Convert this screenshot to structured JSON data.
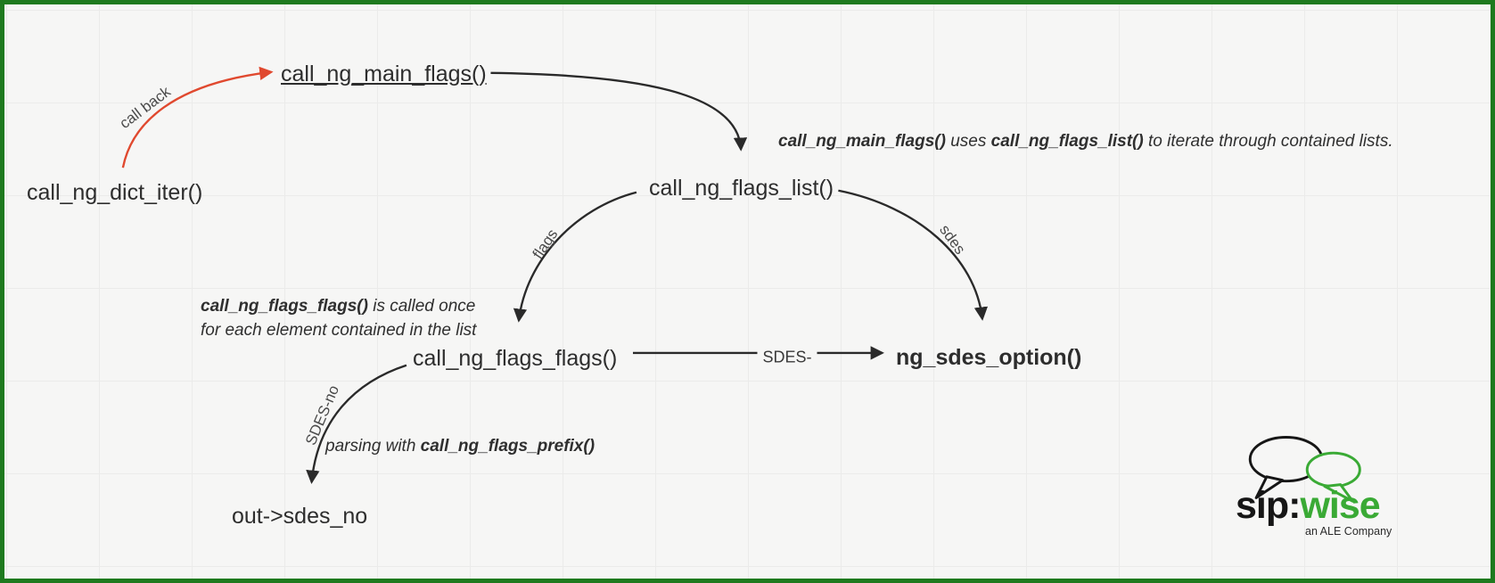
{
  "diagram": {
    "nodes": {
      "dict_iter": {
        "label": "call_ng_dict_iter()"
      },
      "main_flags": {
        "label": "call_ng_main_flags()"
      },
      "flags_list": {
        "label": "call_ng_flags_list()"
      },
      "flags_flags": {
        "label": "call_ng_flags_flags()"
      },
      "sdes_option": {
        "label": "ng_sdes_option()"
      },
      "out_sdes_no": {
        "label": "out->sdes_no"
      }
    },
    "edges": {
      "callback": {
        "label": "call back"
      },
      "flags": {
        "label": "flags"
      },
      "sdes": {
        "label": "sdes"
      },
      "sdes_dash": {
        "label": "SDES-"
      },
      "sdes_no": {
        "label": "SDES-no"
      }
    },
    "annotations": {
      "iterate": {
        "fn1": "call_ng_main_flags()",
        "mid": " uses ",
        "fn2": "call_ng_flags_list()",
        "tail": " to iterate through contained lists."
      },
      "called_once": {
        "fn": "call_ng_flags_flags()",
        "line1_rest": " is called once",
        "line2": "for each element contained in the list"
      },
      "parsing": {
        "head": "parsing with ",
        "fn": "call_ng_flags_prefix()"
      }
    },
    "colors": {
      "border_green": "#1e7a1e",
      "arrow_red": "#e0492f",
      "arrow_black": "#2a2a2a",
      "logo_green": "#3aaa35"
    },
    "logo": {
      "sip": "sip:",
      "wise": "wise",
      "tagline": "an ALE Company"
    }
  }
}
